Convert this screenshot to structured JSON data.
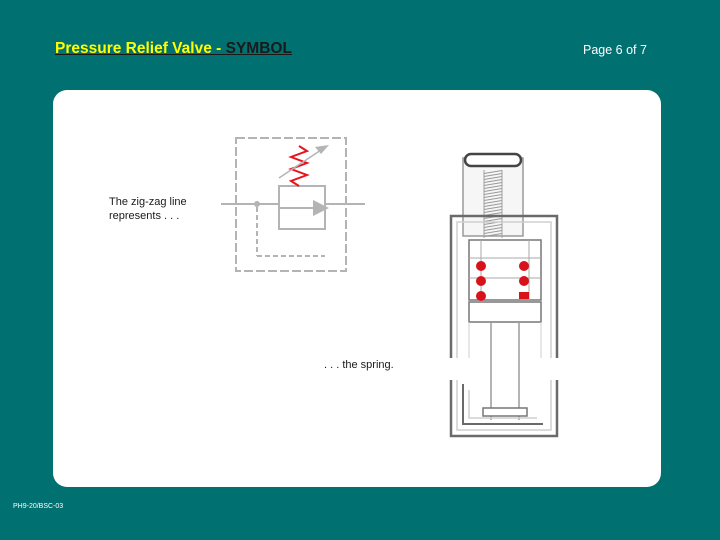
{
  "slide": {
    "title_main": "Pressure Relief Valve - ",
    "title_sub": "SYMBOL",
    "page": "Page 6 of 7",
    "footer": "PH9-20/BSC-03"
  },
  "diagram": {
    "caption_symbol": "The zig-zag line represents . . .",
    "caption_valve": ". . . the spring."
  },
  "colors": {
    "background": "#007070",
    "title_accent": "#ffff00",
    "spring_highlight": "#e8141a",
    "valve_balls": "#d8121a"
  }
}
